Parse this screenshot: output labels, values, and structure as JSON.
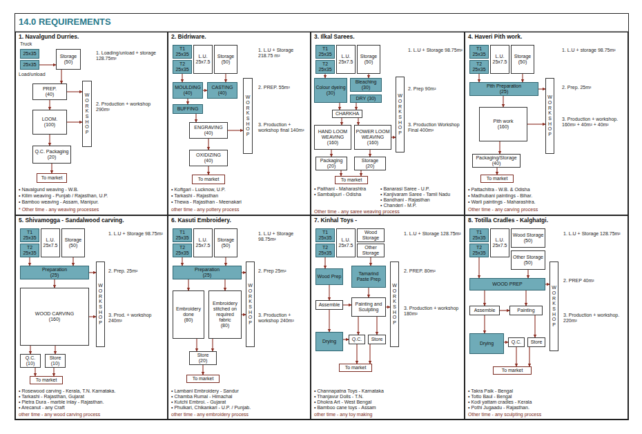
{
  "diagram": {
    "title": "14.0 REQUIREMENTS",
    "nodes": [
      {
        "text": [
          "1. Navalgund Durries.",
          "Truck",
          "Load/unload",
          "1. Loading/unload + storage 128.75m²",
          "2. Production + workshop 290m²",
          "• Navalgund weaving - W.B.",
          "• Kilim weaving - Punjab / Rajasthan, U.P.",
          "• Bamboo weaving - Assam, Manipur.",
          "* Other time - any weaving processes"
        ]
      },
      {
        "text": [
          "25x35"
        ],
        "in": 0
      },
      {
        "text": [
          "25x35"
        ],
        "in": 0
      },
      {
        "text": [
          "Storage",
          "(50)"
        ],
        "in": 0
      },
      {
        "text": [
          "PREP.",
          "(40)"
        ],
        "in": 0
      },
      {
        "text": [
          "LOOM.",
          "(100)"
        ],
        "in": 0
      },
      {
        "text": [
          "WORKSHOP"
        ],
        "in": 0
      },
      {
        "text": [
          "Q.C. Packaging",
          "(20)"
        ],
        "in": 0
      },
      {
        "text": [
          "To market"
        ],
        "in": 0
      },
      {
        "text": [
          "2. Bidriware.",
          "1. L.U + Storage 218.75 m²",
          "2. PREP. 55m²",
          "3. Production + workshop final 140m²",
          "• Koftgari - Lucknow, U.P.",
          "• Tarkashi - Rajasthan",
          "• Thewa - Rajasthan - Meenakari",
          "other time - any pottery process"
        ]
      },
      {
        "text": [
          "T1",
          "25x35"
        ],
        "in": 9
      },
      {
        "text": [
          "T2",
          "25x35"
        ],
        "in": 9
      },
      {
        "text": [
          "L.U.",
          "25x7.5"
        ],
        "in": 9
      },
      {
        "text": [
          "Storage",
          "(50)"
        ],
        "in": 9
      },
      {
        "text": [
          "MOULDING",
          "(40)"
        ],
        "in": 9
      },
      {
        "text": [
          "CASTING",
          "(40)"
        ],
        "in": 9
      },
      {
        "text": [
          "BUFFING"
        ],
        "in": 9
      },
      {
        "text": [
          "ENGRAVING",
          "(40)"
        ],
        "in": 9
      },
      {
        "text": [
          "OXIDIZING",
          "(40)"
        ],
        "in": 9
      },
      {
        "text": [
          "WORKSHOP"
        ],
        "in": 9
      },
      {
        "text": [
          "To market"
        ],
        "in": 9
      },
      {
        "text": [
          "3. Ilkal Sarees.",
          "1. L.U + Storage 98.75m²",
          "2. Prep 90m²",
          "3. Production Workshop Final 400m²",
          "• Paithani - Maharashtra",
          "• Sambalpuri - Odisha",
          "• Banarasi Saree - U.P.",
          "• Kanjivaram Saree - Tamil Nadu",
          "• Bandhani - Rajasthan",
          "• Chanderi - M.P.",
          "Other time - any saree weaving process"
        ]
      },
      {
        "text": [
          "T1",
          "25x35"
        ],
        "in": 21
      },
      {
        "text": [
          "T2",
          "25x35"
        ],
        "in": 21
      },
      {
        "text": [
          "L.U.",
          "25x7.5"
        ],
        "in": 21
      },
      {
        "text": [
          "Storage",
          "(50)"
        ],
        "in": 21
      },
      {
        "text": [
          "Colour dyeing",
          "(30)"
        ],
        "in": 21
      },
      {
        "text": [
          "Bleaching",
          "(30)"
        ],
        "in": 21
      },
      {
        "text": [
          "DRY (30)"
        ],
        "in": 21
      },
      {
        "text": [
          "CHARKHA"
        ],
        "in": 21
      },
      {
        "text": [
          "HAND LOOM WEAVING",
          "(160)"
        ],
        "in": 21
      },
      {
        "text": [
          "POWER LOOM WEAVING",
          "(160)"
        ],
        "in": 21
      },
      {
        "text": [
          "WORKSHOP"
        ],
        "in": 21
      },
      {
        "text": [
          "Packaging",
          "(20)"
        ],
        "in": 21
      },
      {
        "text": [
          "Storage",
          "(20)"
        ],
        "in": 21
      },
      {
        "text": [
          "To market"
        ],
        "in": 21
      },
      {
        "text": [
          "4. Haveri Pith work.",
          "1. L.U + storage 98.75m²",
          "2. Prep. 25m²",
          "3. Production + workshop. 160m² + 40m² + 40m²",
          "• Pattachitra - W.B. & Odisha",
          "• Madhubani paintings - Bihar.",
          "• Warli paintings - Maharashtra.",
          "Other time - any carving process"
        ]
      },
      {
        "text": [
          "T1",
          "25x35"
        ],
        "in": 36
      },
      {
        "text": [
          "T2",
          "25x35"
        ],
        "in": 36
      },
      {
        "text": [
          "L.U.",
          "25x7.5"
        ],
        "in": 36
      },
      {
        "text": [
          "Storage",
          "(50)"
        ],
        "in": 36
      },
      {
        "text": [
          "Pith Preparation",
          "(25)"
        ],
        "in": 36
      },
      {
        "text": [
          "Pith work",
          "(160)"
        ],
        "in": 36
      },
      {
        "text": [
          "WORKSHOP"
        ],
        "in": 36
      },
      {
        "text": [
          "Packaging/Storage",
          "(40)"
        ],
        "in": 36
      },
      {
        "text": [
          "To market"
        ],
        "in": 36
      },
      {
        "text": [
          "5. Shivamogga - Sandalwood carving.",
          "1. L.U + Storage 98.75m²",
          "2. Prep. 25m²",
          "3. Prod. + workshop 240m²",
          "• Rosewood carving - Kerala, T.N. Karnataka.",
          "• Tarkashi - Rajasthan, Gujarat",
          "• Pietra Dura - marble inlay - Rajasthan.",
          "• Arecanut - any Craft",
          "other time - any wood carving process"
        ]
      },
      {
        "text": [
          "T1",
          "25x35"
        ],
        "in": 46
      },
      {
        "text": [
          "T2",
          "25x35"
        ],
        "in": 46
      },
      {
        "text": [
          "L.U.",
          "25x7.5"
        ],
        "in": 46
      },
      {
        "text": [
          "Storage",
          "(50)"
        ],
        "in": 46
      },
      {
        "text": [
          "Preparation",
          "(25)"
        ],
        "in": 46
      },
      {
        "text": [
          "WOOD CARVING",
          "(160)"
        ],
        "in": 46
      },
      {
        "text": [
          "WORKSHOP"
        ],
        "in": 46
      },
      {
        "text": [
          "Q.C.",
          "(10)"
        ],
        "in": 46
      },
      {
        "text": [
          "Store",
          "(10)"
        ],
        "in": 46
      },
      {
        "text": [
          "To market"
        ],
        "in": 46
      },
      {
        "text": [
          "6. Kasuti Embroidery.",
          "1. L.U + Storage 98.75m²",
          "2. Prep 25m²",
          "3. Production + workshop 240m²",
          "• Lambani Embroidery - Sandur",
          "• Chamba Rumal - Himachal",
          "• Kutchi Embroi. - Gujarat",
          "• Phulkari, Chikankari - U.P. / Punjab.",
          "other time - any embroidery process"
        ]
      },
      {
        "text": [
          "T1",
          "25x35"
        ],
        "in": 57
      },
      {
        "text": [
          "T2",
          "25x35"
        ],
        "in": 57
      },
      {
        "text": [
          "L.U.",
          "25x7.5"
        ],
        "in": 57
      },
      {
        "text": [
          "Storage",
          "(50)"
        ],
        "in": 57
      },
      {
        "text": [
          "Preparation",
          "(25)"
        ],
        "in": 57
      },
      {
        "text": [
          "Embroidery done",
          "(80)"
        ],
        "in": 57
      },
      {
        "text": [
          "Embroidery stitched on required fabric",
          "(80)"
        ],
        "in": 57
      },
      {
        "text": [
          "WORKSHOP"
        ],
        "in": 57
      },
      {
        "text": [
          "Store",
          "(20)"
        ],
        "in": 57
      },
      {
        "text": [
          "To market"
        ],
        "in": 57
      },
      {
        "text": [
          "7. Kinhal Toys -",
          "1. L.U + Storage 128.75m²",
          "2. PREP. 80m²",
          "3. Production + workshop 180m²",
          "• Channapatna Toys - Karnataka",
          "• Thanjavur Dolls - T.N.",
          "• Dhokra Art - West Bengal",
          "• Bamboo cane toys - Assam",
          "other time - any toy making"
        ]
      },
      {
        "text": [
          "T1",
          "25x35"
        ],
        "in": 68
      },
      {
        "text": [
          "T2",
          "25x35"
        ],
        "in": 68
      },
      {
        "text": [
          "L.U.",
          "25x7.5"
        ],
        "in": 68
      },
      {
        "text": [
          "Wood Storage"
        ],
        "in": 68
      },
      {
        "text": [
          "Other Storage"
        ],
        "in": 68
      },
      {
        "text": [
          "Wood Prep"
        ],
        "in": 68
      },
      {
        "text": [
          "Tamarind Paste Prep"
        ],
        "in": 68
      },
      {
        "text": [
          "Assemble"
        ],
        "in": 68
      },
      {
        "text": [
          "Painting and Sculpting"
        ],
        "in": 68
      },
      {
        "text": [
          "Drying"
        ],
        "in": 68
      },
      {
        "text": [
          "Q.C."
        ],
        "in": 68
      },
      {
        "text": [
          "Store"
        ],
        "in": 68
      },
      {
        "text": [
          "WORKSHOP"
        ],
        "in": 68
      },
      {
        "text": [
          "To market"
        ],
        "in": 68
      },
      {
        "text": [
          "8. Totilla Cradles - Kalghatgi.",
          "1. L.U + Storage 128.75m²",
          "2. PREP 40m²",
          "3. Production + workshop. 220m²",
          "• Takra Paik - Bengal",
          "• Totto Baul - Bengal",
          "• Kodi yattam cradles - Kerala",
          "• Pothi Jugaadu - Rajasthan.",
          "Other time - any sculpting process"
        ]
      },
      {
        "text": [
          "T1",
          "25x35"
        ],
        "in": 83
      },
      {
        "text": [
          "T2",
          "25x35"
        ],
        "in": 83
      },
      {
        "text": [
          "L.U.",
          "25x7.5"
        ],
        "in": 83
      },
      {
        "text": [
          "Wood Storage",
          "(50)"
        ],
        "in": 83
      },
      {
        "text": [
          "Other Storage",
          "(50)"
        ],
        "in": 83
      },
      {
        "text": [
          "WOOD PREP"
        ],
        "in": 83
      },
      {
        "text": [
          "Assemble"
        ],
        "in": 83
      },
      {
        "text": [
          "Painting"
        ],
        "in": 83
      },
      {
        "text": [
          "Drying"
        ],
        "in": 83
      },
      {
        "text": [
          "Q.C."
        ],
        "in": 83
      },
      {
        "text": [
          "Store"
        ],
        "in": 83
      },
      {
        "text": [
          "WORKSHOP"
        ],
        "in": 83
      },
      {
        "text": [
          "To market"
        ],
        "in": 83
      }
    ],
    "edges": [
      {
        "from": 2,
        "to": 3,
        "arrow": "to"
      },
      {
        "from": 3,
        "to": 4,
        "arrow": "to"
      },
      {
        "from": 4,
        "to": 5,
        "arrow": "to"
      },
      {
        "from": 4,
        "to": 6,
        "arrow": "to"
      },
      {
        "from": 5,
        "to": 6,
        "arrow": "to"
      },
      {
        "from": 5,
        "to": 7,
        "arrow": "to"
      },
      {
        "from": 7,
        "to": 8,
        "arrow": "to"
      },
      {
        "from": 11,
        "to": 14,
        "arrow": "to"
      },
      {
        "from": 13,
        "to": 15,
        "arrow": "to"
      },
      {
        "from": 14,
        "to": 15,
        "arrow": "to"
      },
      {
        "from": 14,
        "to": 16,
        "arrow": "to"
      },
      {
        "from": 16,
        "to": 17,
        "arrow": "to"
      },
      {
        "from": 17,
        "to": 18,
        "arrow": "to"
      },
      {
        "from": 17,
        "to": 19,
        "arrow": "to"
      },
      {
        "from": 18,
        "to": 20,
        "arrow": "to"
      },
      {
        "from": 23,
        "to": 26,
        "arrow": "to"
      },
      {
        "from": 25,
        "to": 27,
        "arrow": "to"
      },
      {
        "from": 26,
        "to": 29,
        "arrow": "to"
      },
      {
        "from": 28,
        "to": 29,
        "arrow": "to"
      },
      {
        "from": 29,
        "to": 30,
        "arrow": "to"
      },
      {
        "from": 29,
        "to": 31,
        "arrow": "to"
      },
      {
        "from": 31,
        "to": 32,
        "arrow": "to"
      },
      {
        "from": 30,
        "to": 33,
        "arrow": "to"
      },
      {
        "from": 31,
        "to": 34,
        "arrow": "to"
      },
      {
        "from": 33,
        "to": 35,
        "arrow": "to"
      },
      {
        "from": 34,
        "to": 35,
        "arrow": "to"
      },
      {
        "from": 38,
        "to": 41,
        "arrow": "to"
      },
      {
        "from": 40,
        "to": 41,
        "arrow": "to"
      },
      {
        "from": 41,
        "to": 42,
        "arrow": "to"
      },
      {
        "from": 41,
        "to": 43,
        "arrow": "to"
      },
      {
        "from": 42,
        "to": 43,
        "arrow": "to"
      },
      {
        "from": 42,
        "to": 44,
        "arrow": "to"
      },
      {
        "from": 44,
        "to": 45,
        "arrow": "to"
      },
      {
        "from": 48,
        "to": 51,
        "arrow": "to"
      },
      {
        "from": 50,
        "to": 51,
        "arrow": "to"
      },
      {
        "from": 51,
        "to": 52,
        "arrow": "to"
      },
      {
        "from": 51,
        "to": 53,
        "arrow": "to"
      },
      {
        "from": 52,
        "to": 53,
        "arrow": "to"
      },
      {
        "from": 52,
        "to": 54,
        "arrow": "to"
      },
      {
        "from": 52,
        "to": 55,
        "arrow": "to"
      },
      {
        "from": 54,
        "to": 56,
        "arrow": "to"
      },
      {
        "from": 55,
        "to": 56,
        "arrow": "to"
      },
      {
        "from": 59,
        "to": 62,
        "arrow": "to"
      },
      {
        "from": 61,
        "to": 62,
        "arrow": "to"
      },
      {
        "from": 62,
        "to": 63,
        "arrow": "to"
      },
      {
        "from": 62,
        "to": 64,
        "arrow": "to"
      },
      {
        "from": 62,
        "to": 65,
        "arrow": "to"
      },
      {
        "from": 64,
        "to": 65,
        "arrow": "to"
      },
      {
        "from": 63,
        "to": 66,
        "arrow": "to"
      },
      {
        "from": 64,
        "to": 66,
        "arrow": "to"
      },
      {
        "from": 66,
        "to": 67,
        "arrow": "to"
      },
      {
        "from": 70,
        "to": 74,
        "arrow": "to"
      },
      {
        "from": 73,
        "to": 75,
        "arrow": "to"
      },
      {
        "from": 74,
        "to": 76,
        "arrow": "to"
      },
      {
        "from": 75,
        "to": 77,
        "arrow": "to"
      },
      {
        "from": 76,
        "to": 77,
        "arrow": "to"
      },
      {
        "from": 76,
        "to": 78,
        "arrow": "to"
      },
      {
        "from": 77,
        "to": 79,
        "arrow": "to"
      },
      {
        "from": 77,
        "to": 80,
        "arrow": "to"
      },
      {
        "from": 77,
        "to": 81,
        "arrow": "to"
      },
      {
        "from": 78,
        "to": 79,
        "arrow": "to"
      },
      {
        "from": 79,
        "to": 82,
        "arrow": "to"
      },
      {
        "from": 80,
        "to": 82,
        "arrow": "to"
      },
      {
        "from": 85,
        "to": 89,
        "arrow": "to"
      },
      {
        "from": 88,
        "to": 89,
        "arrow": "to"
      },
      {
        "from": 89,
        "to": 90,
        "arrow": "to"
      },
      {
        "from": 89,
        "to": 91,
        "arrow": "to"
      },
      {
        "from": 89,
        "to": 95,
        "arrow": "to"
      },
      {
        "from": 90,
        "to": 91,
        "arrow": "to"
      },
      {
        "from": 90,
        "to": 92,
        "arrow": "to"
      },
      {
        "from": 91,
        "to": 94,
        "arrow": "to"
      },
      {
        "from": 92,
        "to": 93,
        "arrow": "to"
      },
      {
        "from": 93,
        "to": 96,
        "arrow": "to"
      },
      {
        "from": 94,
        "to": 96,
        "arrow": "to"
      }
    ]
  }
}
